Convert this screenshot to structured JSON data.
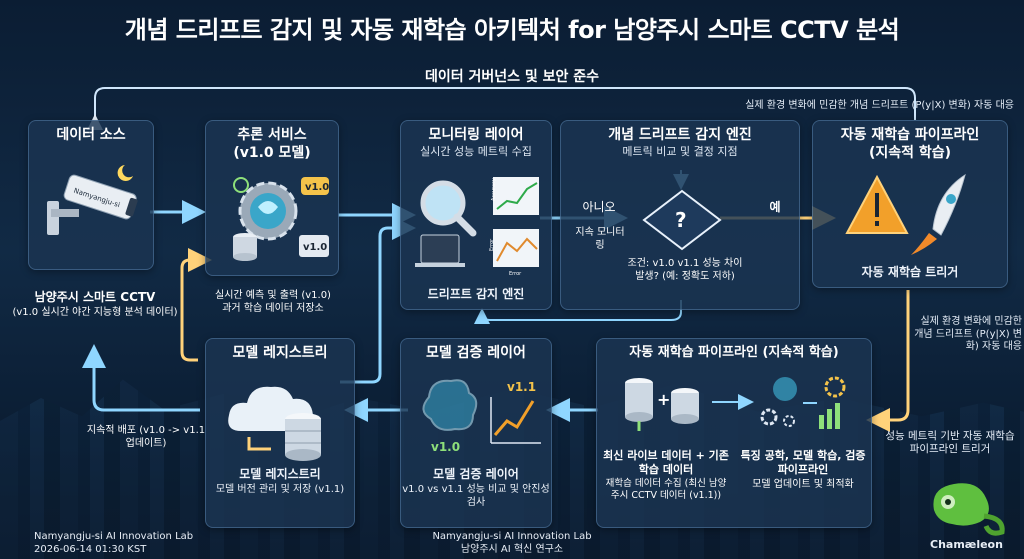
{
  "title": "개념 드리프트 감지 및 자동 재학습 아키텍처 for 남양주시 스마트 CCTV 분석",
  "governance_label": "데이터 거버넌스 및 보안 준수",
  "top_note": "실제 환경 변화에 민감한 개념 드리프트 (P(y|X) 변화) 자동 대응",
  "right_note": "실제 환경 변화에 민감한 개념 드리프트 (P(y|X) 변화) 자동 대응",
  "right_note2": "성능 메트릭 기반 자동 재학습 파이프라인 트리거",
  "data_source": {
    "head": "데이터 소스",
    "camera_text": "Namyangju-si",
    "caption_title": "남양주시 스마트 CCTV",
    "caption_sub": "(v1.0 실시간 야간 지능형 분석 데이터)"
  },
  "inference": {
    "head": "추론 서비스",
    "sub": "(v1.0 모델)",
    "badge1": "v1.0",
    "badge2": "v1.0",
    "caption": "실시간 예측 및 출력 (v1.0) 과거 학습 데이터 저장소"
  },
  "monitoring": {
    "head": "모니터링 레이어",
    "sub": "실시간 성능 메트릭 수집",
    "accuracy": "Accuracy",
    "error_y": "Error",
    "error_x": "Error",
    "caption": "드리프트 감지 엔진"
  },
  "drift_engine": {
    "head": "개념 드리프트 감지 엔진",
    "sub": "메트릭 비교 및 결정 지점",
    "symbol": "?",
    "no_label": "아니오",
    "no_note": "지속 모니터링",
    "yes_label": "예",
    "condition": "조건: v1.0 v1.1 성능 차이 발생? (예: 정확도 저하)"
  },
  "retrain_top": {
    "head": "자동 재학습 파이프라인",
    "sub": "(지속적 학습)",
    "caption": "자동 재학습 트리거"
  },
  "registry": {
    "head": "모델 레지스트리",
    "caption_title": "모델 레지스트리",
    "caption_sub": "모델 버전 관리 및 저장 (v1.1)",
    "deploy_note": "지속적 배포 (v1.0 -> v1.1 업데이트)"
  },
  "validation": {
    "head": "모델 검증 레이어",
    "v_old": "v1.0",
    "v_new": "v1.1",
    "caption_title": "모델 검증 레이어",
    "caption_sub": "v1.0 vs v1.1 성능 비교 및 안진성 검사"
  },
  "retrain_bottom": {
    "head": "자동 재학습 파이프라인 (지속적 학습)",
    "left_title": "최신 라이브 데이터 + 기존 학습 데이터",
    "left_sub": "재학습 데이터 수집 (최신 남양주시 CCTV 데이터 (v1.1))",
    "right_title": "특징 공학, 모델 학습, 검증 파이프라인",
    "right_sub": "모델 업데이트 및 최적화"
  },
  "footer_left": {
    "line1": "Namyangju-si AI Innovation Lab",
    "line2": "2026-06-14 01:30 KST"
  },
  "footer_center": {
    "line1": "Namyangju-si AI Innovation Lab",
    "line2": "남양주시 AI 혁신 연구소"
  },
  "logo_text": "Chamæleon",
  "colors": {
    "accent_blue": "#7fd0ff",
    "accent_yellow": "#ffd27a",
    "panel": "#1b3452"
  }
}
